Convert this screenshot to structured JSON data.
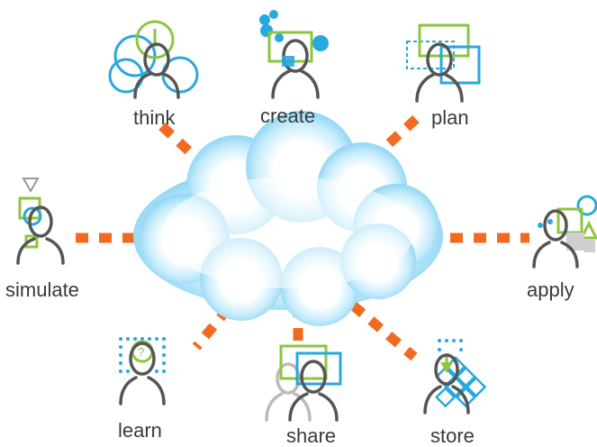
{
  "labels": {
    "think": "think",
    "create": "create",
    "plan": "plan",
    "simulate": "simulate",
    "apply": "apply",
    "learn": "learn",
    "share": "share",
    "store": "store"
  },
  "colors": {
    "connector": "#f26a21",
    "cloud_edge": "#7fcff2",
    "cloud_center": "#ffffff",
    "person": "#555555",
    "accent_green": "#8cc63f",
    "accent_blue": "#29a8df",
    "label_text": "#3a3a3a"
  },
  "icons": {
    "think": "person-circles-icon",
    "create": "person-shapes-icon",
    "plan": "person-rectangles-icon",
    "simulate": "person-triangle-icon",
    "apply": "person-shapes-icon",
    "learn": "person-grid-icon",
    "share": "persons-pair-icon",
    "store": "person-diamonds-icon"
  }
}
